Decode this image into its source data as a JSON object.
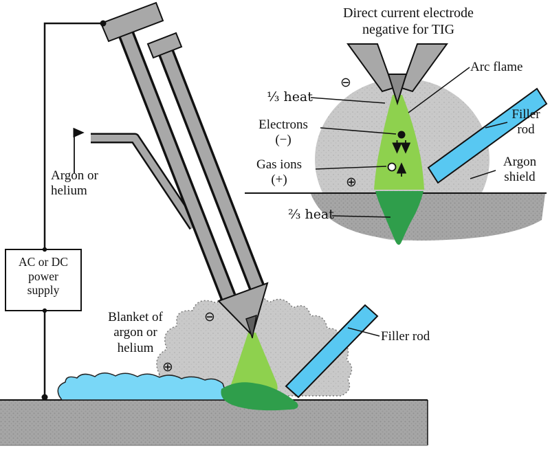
{
  "left_diagram": {
    "power_supply_label": "AC or DC\npower\nsupply",
    "gas_label": "Argon or\nhelium",
    "blanket_label": "Blanket of\nargon or\nhelium",
    "filler_rod_label": "Filler rod"
  },
  "inset": {
    "title": "Direct current electrode\nnegative for TIG",
    "arc_flame_label": "Arc flame",
    "heat_top_label": "⅓ heat",
    "electrons_label": "Electrons\n(−)",
    "gas_ions_label": "Gas ions\n(+)",
    "heat_bottom_label": "⅔ heat",
    "filler_rod_label": "Filler\nrod",
    "argon_shield_label": "Argon\nshield"
  },
  "symbols": {
    "electrode_polarity": "⊖",
    "workpiece_polarity": "⊕"
  },
  "colors": {
    "torch_gray": "#a8a8a8",
    "shield_gray": "#c9c9c9",
    "workpiece_gray": "#a6a6a6",
    "filler_rod_blue": "#58c8f2",
    "weld_pool_blue": "#79d7f7",
    "arc_green": "#8ed14e",
    "molten_green": "#2f9e4b"
  }
}
